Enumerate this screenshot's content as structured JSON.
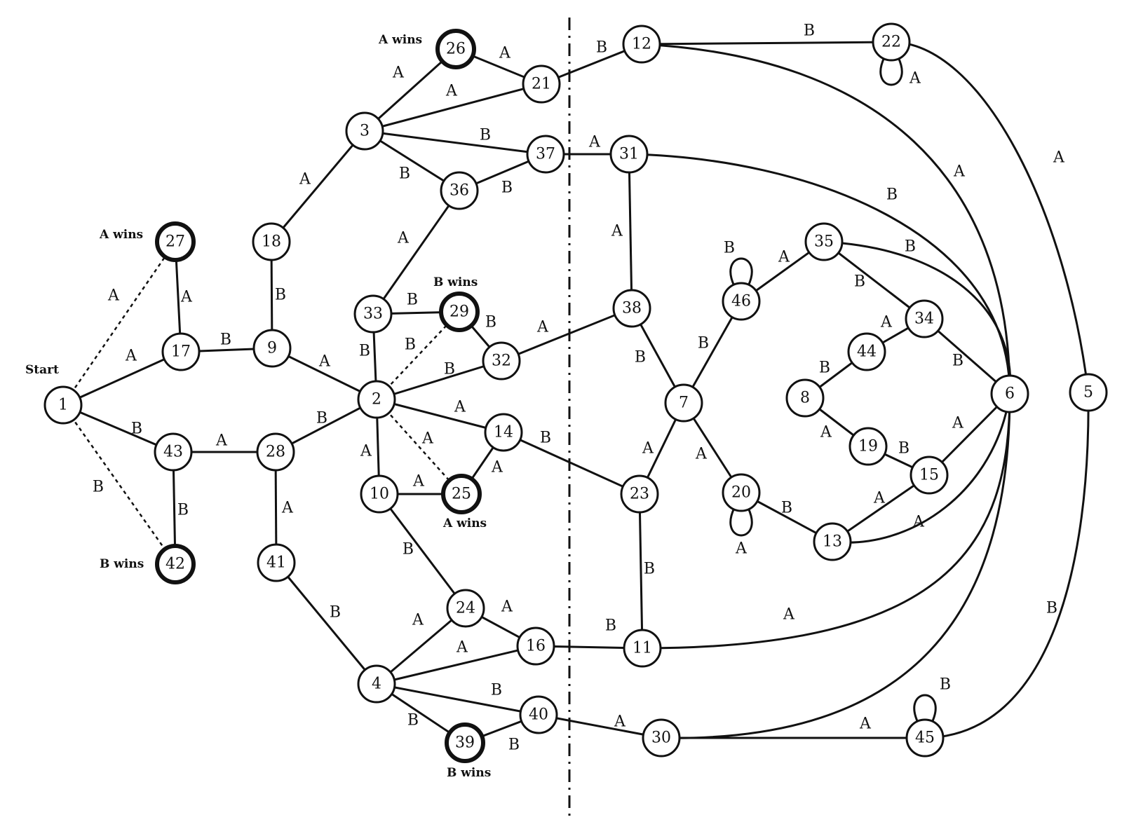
{
  "diagram": {
    "start_label": "Start",
    "nodes": [
      {
        "id": "1",
        "label": "1",
        "terminal": false
      },
      {
        "id": "17",
        "label": "17",
        "terminal": false
      },
      {
        "id": "27",
        "label": "27",
        "terminal": true
      },
      {
        "id": "43",
        "label": "43",
        "terminal": false
      },
      {
        "id": "42",
        "label": "42",
        "terminal": true
      },
      {
        "id": "9",
        "label": "9",
        "terminal": false
      },
      {
        "id": "18",
        "label": "18",
        "terminal": false
      },
      {
        "id": "28",
        "label": "28",
        "terminal": false
      },
      {
        "id": "41",
        "label": "41",
        "terminal": false
      },
      {
        "id": "3",
        "label": "3",
        "terminal": false
      },
      {
        "id": "26",
        "label": "26",
        "terminal": true
      },
      {
        "id": "21",
        "label": "21",
        "terminal": false
      },
      {
        "id": "37",
        "label": "37",
        "terminal": false
      },
      {
        "id": "36",
        "label": "36",
        "terminal": false
      },
      {
        "id": "33",
        "label": "33",
        "terminal": false
      },
      {
        "id": "29",
        "label": "29",
        "terminal": true
      },
      {
        "id": "32",
        "label": "32",
        "terminal": false
      },
      {
        "id": "2",
        "label": "2",
        "terminal": false
      },
      {
        "id": "14",
        "label": "14",
        "terminal": false
      },
      {
        "id": "10",
        "label": "10",
        "terminal": false
      },
      {
        "id": "25",
        "label": "25",
        "terminal": true
      },
      {
        "id": "24",
        "label": "24",
        "terminal": false
      },
      {
        "id": "16",
        "label": "16",
        "terminal": false
      },
      {
        "id": "4",
        "label": "4",
        "terminal": false
      },
      {
        "id": "40",
        "label": "40",
        "terminal": false
      },
      {
        "id": "39",
        "label": "39",
        "terminal": true
      },
      {
        "id": "12",
        "label": "12",
        "terminal": false
      },
      {
        "id": "22",
        "label": "22",
        "terminal": false
      },
      {
        "id": "31",
        "label": "31",
        "terminal": false
      },
      {
        "id": "38",
        "label": "38",
        "terminal": false
      },
      {
        "id": "7",
        "label": "7",
        "terminal": false
      },
      {
        "id": "23",
        "label": "23",
        "terminal": false
      },
      {
        "id": "11",
        "label": "11",
        "terminal": false
      },
      {
        "id": "30",
        "label": "30",
        "terminal": false
      },
      {
        "id": "46",
        "label": "46",
        "terminal": false
      },
      {
        "id": "20",
        "label": "20",
        "terminal": false
      },
      {
        "id": "35",
        "label": "35",
        "terminal": false
      },
      {
        "id": "34",
        "label": "34",
        "terminal": false
      },
      {
        "id": "44",
        "label": "44",
        "terminal": false
      },
      {
        "id": "8",
        "label": "8",
        "terminal": false
      },
      {
        "id": "19",
        "label": "19",
        "terminal": false
      },
      {
        "id": "15",
        "label": "15",
        "terminal": false
      },
      {
        "id": "13",
        "label": "13",
        "terminal": false
      },
      {
        "id": "6",
        "label": "6",
        "terminal": false
      },
      {
        "id": "5",
        "label": "5",
        "terminal": false
      },
      {
        "id": "45",
        "label": "45",
        "terminal": false
      }
    ],
    "edges": [
      {
        "from": "1",
        "to": "17",
        "label": "A",
        "style": "solid"
      },
      {
        "from": "1",
        "to": "43",
        "label": "B",
        "style": "solid"
      },
      {
        "from": "1",
        "to": "27",
        "label": "A",
        "style": "dashed"
      },
      {
        "from": "1",
        "to": "42",
        "label": "B",
        "style": "dashed"
      },
      {
        "from": "17",
        "to": "27",
        "label": "A",
        "style": "solid"
      },
      {
        "from": "17",
        "to": "9",
        "label": "B",
        "style": "solid"
      },
      {
        "from": "43",
        "to": "28",
        "label": "A",
        "style": "solid"
      },
      {
        "from": "43",
        "to": "42",
        "label": "B",
        "style": "solid"
      },
      {
        "from": "9",
        "to": "18",
        "label": "B",
        "style": "solid"
      },
      {
        "from": "9",
        "to": "2",
        "label": "A",
        "style": "solid"
      },
      {
        "from": "18",
        "to": "3",
        "label": "A",
        "style": "solid"
      },
      {
        "from": "28",
        "to": "2",
        "label": "B",
        "style": "solid"
      },
      {
        "from": "28",
        "to": "41",
        "label": "A",
        "style": "solid"
      },
      {
        "from": "41",
        "to": "4",
        "label": "B",
        "style": "solid"
      },
      {
        "from": "3",
        "to": "26",
        "label": "A",
        "style": "solid"
      },
      {
        "from": "3",
        "to": "21",
        "label": "A",
        "style": "solid"
      },
      {
        "from": "3",
        "to": "37",
        "label": "B",
        "style": "solid"
      },
      {
        "from": "3",
        "to": "36",
        "label": "B",
        "style": "solid"
      },
      {
        "from": "26",
        "to": "21",
        "label": "A",
        "style": "solid"
      },
      {
        "from": "21",
        "to": "12",
        "label": "B",
        "style": "solid"
      },
      {
        "from": "36",
        "to": "37",
        "label": "B",
        "style": "solid"
      },
      {
        "from": "37",
        "to": "31",
        "label": "A",
        "style": "solid"
      },
      {
        "from": "36",
        "to": "33",
        "label": "A",
        "style": "solid"
      },
      {
        "from": "33",
        "to": "29",
        "label": "B",
        "style": "solid"
      },
      {
        "from": "33",
        "to": "2",
        "label": "B",
        "style": "solid"
      },
      {
        "from": "29",
        "to": "32",
        "label": "B",
        "style": "solid"
      },
      {
        "from": "2",
        "to": "29",
        "label": "B",
        "style": "dashed"
      },
      {
        "from": "2",
        "to": "32",
        "label": "B",
        "style": "solid"
      },
      {
        "from": "32",
        "to": "38",
        "label": "A",
        "style": "solid"
      },
      {
        "from": "2",
        "to": "14",
        "label": "A",
        "style": "solid"
      },
      {
        "from": "2",
        "to": "25",
        "label": "A",
        "style": "dashed"
      },
      {
        "from": "2",
        "to": "10",
        "label": "A",
        "style": "solid"
      },
      {
        "from": "14",
        "to": "25",
        "label": "A",
        "style": "solid"
      },
      {
        "from": "14",
        "to": "23",
        "label": "B",
        "style": "solid"
      },
      {
        "from": "10",
        "to": "25",
        "label": "A",
        "style": "solid"
      },
      {
        "from": "10",
        "to": "24",
        "label": "B",
        "style": "solid"
      },
      {
        "from": "24",
        "to": "16",
        "label": "A",
        "style": "solid"
      },
      {
        "from": "4",
        "to": "24",
        "label": "A",
        "style": "solid"
      },
      {
        "from": "4",
        "to": "16",
        "label": "A",
        "style": "solid"
      },
      {
        "from": "16",
        "to": "11",
        "label": "B",
        "style": "solid"
      },
      {
        "from": "4",
        "to": "40",
        "label": "B",
        "style": "solid"
      },
      {
        "from": "4",
        "to": "39",
        "label": "B",
        "style": "solid"
      },
      {
        "from": "39",
        "to": "40",
        "label": "B",
        "style": "solid"
      },
      {
        "from": "40",
        "to": "30",
        "label": "A",
        "style": "solid"
      },
      {
        "from": "12",
        "to": "22",
        "label": "B",
        "style": "solid"
      },
      {
        "from": "31",
        "to": "38",
        "label": "A",
        "style": "solid"
      },
      {
        "from": "38",
        "to": "7",
        "label": "B",
        "style": "solid"
      },
      {
        "from": "7",
        "to": "46",
        "label": "B",
        "style": "solid"
      },
      {
        "from": "7",
        "to": "20",
        "label": "A",
        "style": "solid"
      },
      {
        "from": "7",
        "to": "23",
        "label": "A",
        "style": "solid"
      },
      {
        "from": "23",
        "to": "11",
        "label": "B",
        "style": "solid"
      },
      {
        "from": "46",
        "to": "35",
        "label": "A",
        "style": "solid"
      },
      {
        "from": "35",
        "to": "34",
        "label": "B",
        "style": "solid"
      },
      {
        "from": "44",
        "to": "34",
        "label": "A",
        "style": "solid"
      },
      {
        "from": "8",
        "to": "44",
        "label": "B",
        "style": "solid"
      },
      {
        "from": "8",
        "to": "19",
        "label": "A",
        "style": "solid"
      },
      {
        "from": "19",
        "to": "15",
        "label": "B",
        "style": "solid"
      },
      {
        "from": "34",
        "to": "6",
        "label": "B",
        "style": "solid"
      },
      {
        "from": "15",
        "to": "6",
        "label": "A",
        "style": "solid"
      },
      {
        "from": "13",
        "to": "15",
        "label": "A",
        "style": "solid"
      },
      {
        "from": "20",
        "to": "13",
        "label": "B",
        "style": "solid"
      },
      {
        "from": "30",
        "to": "45",
        "label": "A",
        "style": "solid"
      },
      {
        "from": "12",
        "to": "6",
        "label": "A",
        "style": "curve"
      },
      {
        "from": "31",
        "to": "6",
        "label": "B",
        "style": "curve"
      },
      {
        "from": "35",
        "to": "6",
        "label": "B",
        "style": "curve"
      },
      {
        "from": "13",
        "to": "6",
        "label": "A",
        "style": "curve"
      },
      {
        "from": "11",
        "to": "6",
        "label": "A",
        "style": "curve"
      },
      {
        "from": "30",
        "to": "6",
        "label": "",
        "style": "curve"
      },
      {
        "from": "22",
        "to": "5",
        "label": "A",
        "style": "curve"
      },
      {
        "from": "45",
        "to": "5",
        "label": "B",
        "style": "curve"
      }
    ],
    "loops": [
      {
        "node": "22",
        "label": "A"
      },
      {
        "node": "46",
        "label": "B"
      },
      {
        "node": "20",
        "label": "A"
      },
      {
        "node": "45",
        "label": "B"
      }
    ],
    "annotations": [
      {
        "node": "27",
        "text": "A wins"
      },
      {
        "node": "42",
        "text": "B wins"
      },
      {
        "node": "26",
        "text": "A wins"
      },
      {
        "node": "29",
        "text": "B wins"
      },
      {
        "node": "25",
        "text": "A wins"
      },
      {
        "node": "39",
        "text": "B wins"
      }
    ]
  }
}
